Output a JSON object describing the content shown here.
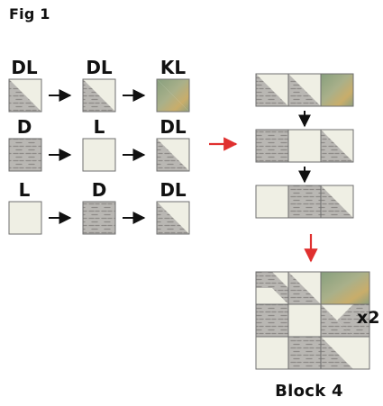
{
  "figure": {
    "title": "Fig 1"
  },
  "rows": [
    {
      "labels": [
        "DL",
        "DL",
        "KL"
      ],
      "fabrics": [
        "dl-1",
        "dl-2",
        "kl"
      ]
    },
    {
      "labels": [
        "D",
        "L",
        "DL"
      ],
      "fabrics": [
        "d",
        "l",
        "dl-2"
      ]
    },
    {
      "labels": [
        "L",
        "D",
        "DL"
      ],
      "fabrics": [
        "l",
        "d",
        "dl-2"
      ]
    }
  ],
  "block": {
    "caption": "Block 4",
    "multiplier": "x2"
  },
  "colors": {
    "light": "#efefe4",
    "dark": "#b9b7b3",
    "stitch": "#8e8b88",
    "gold": "#c8ad6d",
    "green": "#7f9a7a",
    "outline": "#6f6f6f",
    "arrow": "#111111",
    "accent_arrow": "#e0302f"
  }
}
